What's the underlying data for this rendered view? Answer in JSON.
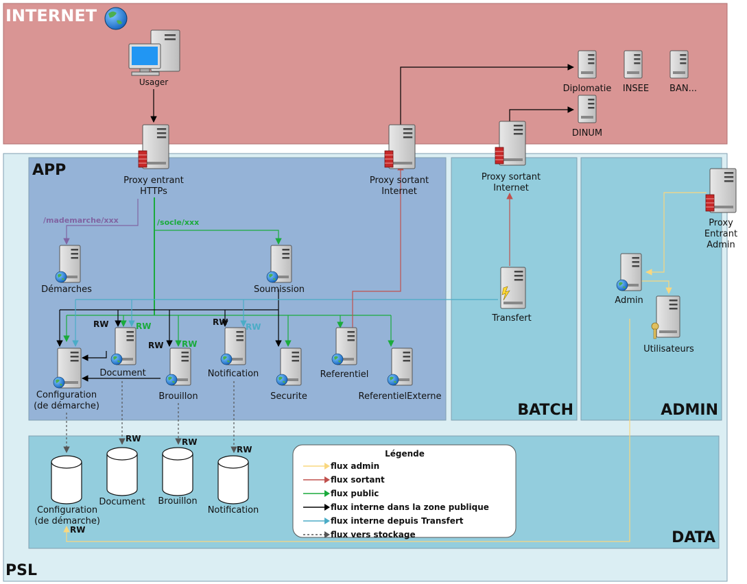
{
  "colors": {
    "internet_zone": "#d99594",
    "psl_zone": "#dbeef3",
    "app_zone": "#95b3d7",
    "batch_zone": "#93cddd",
    "admin_zone": "#93cddd",
    "data_zone": "#93cddd",
    "flux_admin": "#f9d77f",
    "flux_sortant": "#c0504d",
    "flux_public": "#1aaa3c",
    "flux_interne": "#000000",
    "flux_transfert": "#4bacc6",
    "flux_stockage": "#555555",
    "flux_mademarche": "#8064a2"
  },
  "zones": {
    "internet": "INTERNET",
    "psl": "PSL",
    "app": "APP",
    "batch": "BATCH",
    "admin": "ADMIN",
    "data": "DATA"
  },
  "servers": {
    "usager": "Usager",
    "diplomatie": "Diplomatie",
    "insee": "INSEE",
    "ban": "BAN...",
    "dinum": "DINUM",
    "proxy_entrant_l1": "Proxy entrant",
    "proxy_entrant_l2": "HTTPs",
    "proxy_sortant_app_l1": "Proxy sortant",
    "proxy_sortant_app_l2": "Internet",
    "proxy_sortant_batch_l1": "Proxy sortant",
    "proxy_sortant_batch_l2": "Internet",
    "proxy_admin_l1": "Proxy",
    "proxy_admin_l2": "Entrant",
    "proxy_admin_l3": "Admin",
    "demarches": "Démarches",
    "soumission": "Soumission",
    "document": "Document",
    "notification": "Notification",
    "brouillon": "Brouillon",
    "configuration_l1": "Configuration",
    "configuration_l2": "(de démarche)",
    "securite": "Securite",
    "referentiel": "Referentiel",
    "referentiel_externe": "ReferentielExterne",
    "transfert": "Transfert",
    "admin": "Admin",
    "utilisateurs": "Utilisateurs"
  },
  "routes": {
    "mademarche": "/mademarche/xxx",
    "socle": "/socle/xxx"
  },
  "rw": "RW",
  "storage": {
    "configuration_l1": "Configuration",
    "configuration_l2": "(de démarche)",
    "document": "Document",
    "brouillon": "Brouillon",
    "notification": "Notification"
  },
  "legend": {
    "title": "Légende",
    "items": [
      {
        "label": "flux admin",
        "color": "#f9d77f",
        "dashed": false
      },
      {
        "label": "flux sortant",
        "color": "#c0504d",
        "dashed": false
      },
      {
        "label": "flux public",
        "color": "#1aaa3c",
        "dashed": false
      },
      {
        "label": "flux interne dans la zone publique",
        "color": "#000000",
        "dashed": false
      },
      {
        "label": "flux interne depuis Transfert",
        "color": "#4bacc6",
        "dashed": false
      },
      {
        "label": "flux vers stockage",
        "color": "#555555",
        "dashed": true
      }
    ]
  }
}
